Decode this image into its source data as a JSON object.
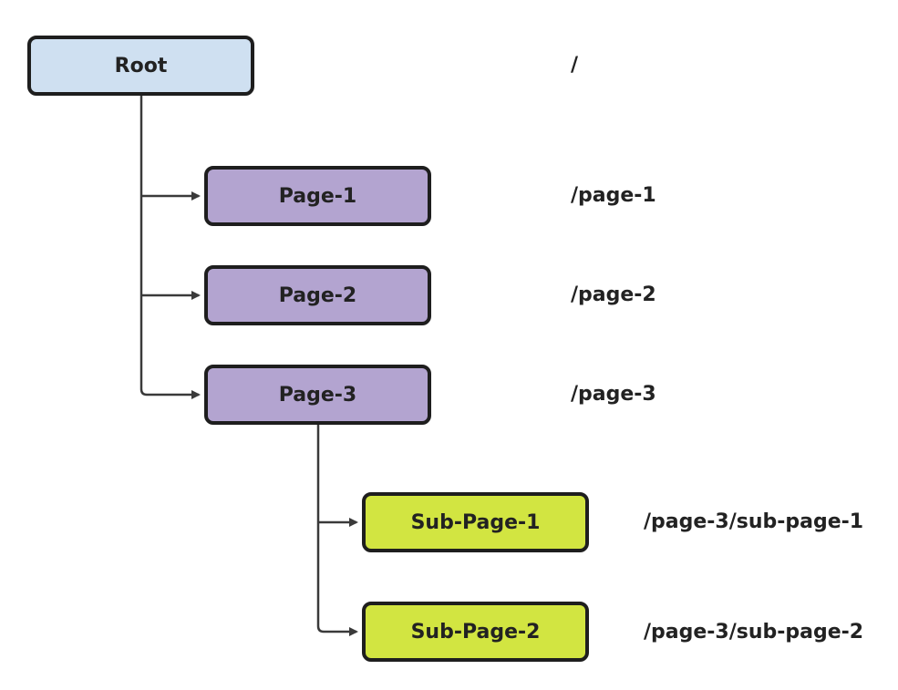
{
  "colors": {
    "root_fill": "#cfe0f1",
    "page_fill": "#b3a4d0",
    "subpage_fill": "#d2e541",
    "stroke": "#1e1e1e",
    "connector": "#3a3a3a",
    "text": "#222222"
  },
  "nodes": {
    "root": "Root",
    "page_1": "Page-1",
    "page_2": "Page-2",
    "page_3": "Page-3",
    "sub_page_1": "Sub-Page-1",
    "sub_page_2": "Sub-Page-2"
  },
  "paths": {
    "root": "/",
    "page_1": "/page-1",
    "page_2": "/page-2",
    "page_3": "/page-3",
    "sub_page_1": "/page-3/sub-page-1",
    "sub_page_2": "/page-3/sub-page-2"
  },
  "edges": [
    {
      "from": "root",
      "to": "page_1"
    },
    {
      "from": "root",
      "to": "page_2"
    },
    {
      "from": "root",
      "to": "page_3"
    },
    {
      "from": "page_3",
      "to": "sub_page_1"
    },
    {
      "from": "page_3",
      "to": "sub_page_2"
    }
  ]
}
